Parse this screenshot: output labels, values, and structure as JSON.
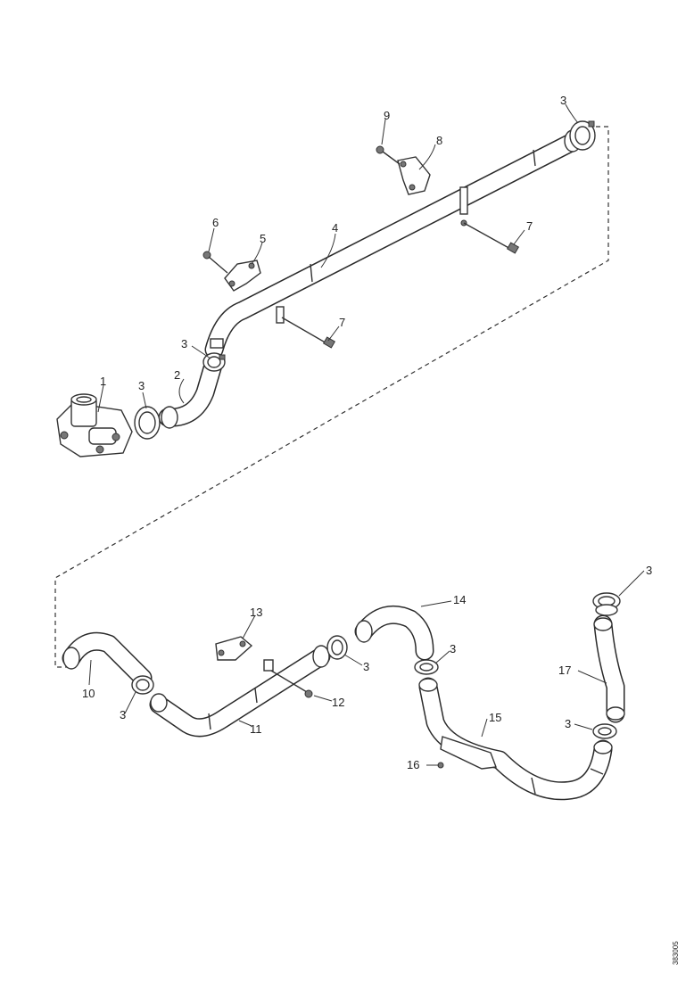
{
  "callouts": {
    "c1": "1",
    "c2": "2",
    "c3a": "3",
    "c3b": "3",
    "c3c": "3",
    "c4": "4",
    "c5": "5",
    "c6": "6",
    "c7a": "7",
    "c7b": "7",
    "c8": "8",
    "c9": "9",
    "c10": "10",
    "c11": "11",
    "c12": "12",
    "c13": "13",
    "c14": "14",
    "c15": "15",
    "c16": "16",
    "c17": "17",
    "c3d": "3",
    "c3e": "3",
    "c3f": "3",
    "c3g": "3",
    "c3h": "3"
  },
  "reference_code": "383005"
}
